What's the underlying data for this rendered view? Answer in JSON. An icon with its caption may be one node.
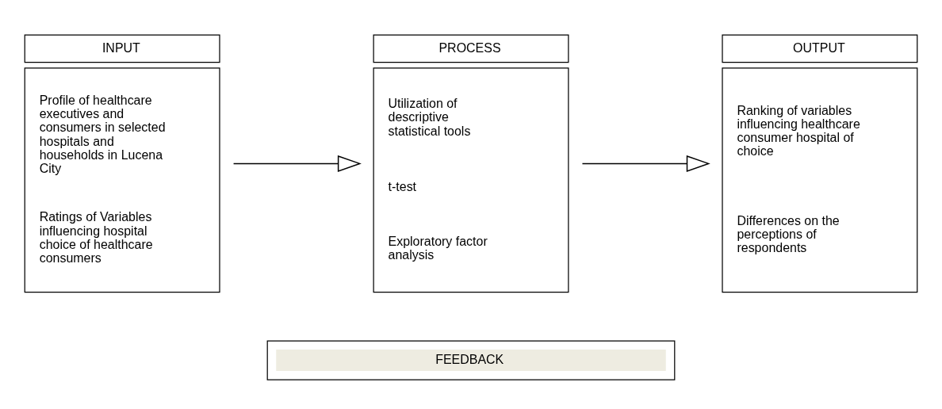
{
  "diagram": {
    "nodes": [
      {
        "text": [
          "INPUT",
          "Profile of healthcare executives and consumers in selected hospitals and households in Lucena City",
          "Ratings of Variables influencing hospital choice of healthcare consumers"
        ]
      },
      {
        "text": [
          "PROCESS",
          "Utilization of descriptive statistical tools",
          "t-test",
          "Exploratory factor analysis"
        ]
      },
      {
        "text": [
          "OUTPUT",
          "Ranking of variables influencing healthcare consumer hospital of choice",
          "Differences on the perceptions of respondents"
        ]
      },
      {
        "text": [
          "FEEDBACK"
        ]
      }
    ],
    "edges": [
      {
        "from": 0,
        "to": 1,
        "arrow": "to"
      },
      {
        "from": 1,
        "to": 2,
        "arrow": "to"
      }
    ]
  }
}
